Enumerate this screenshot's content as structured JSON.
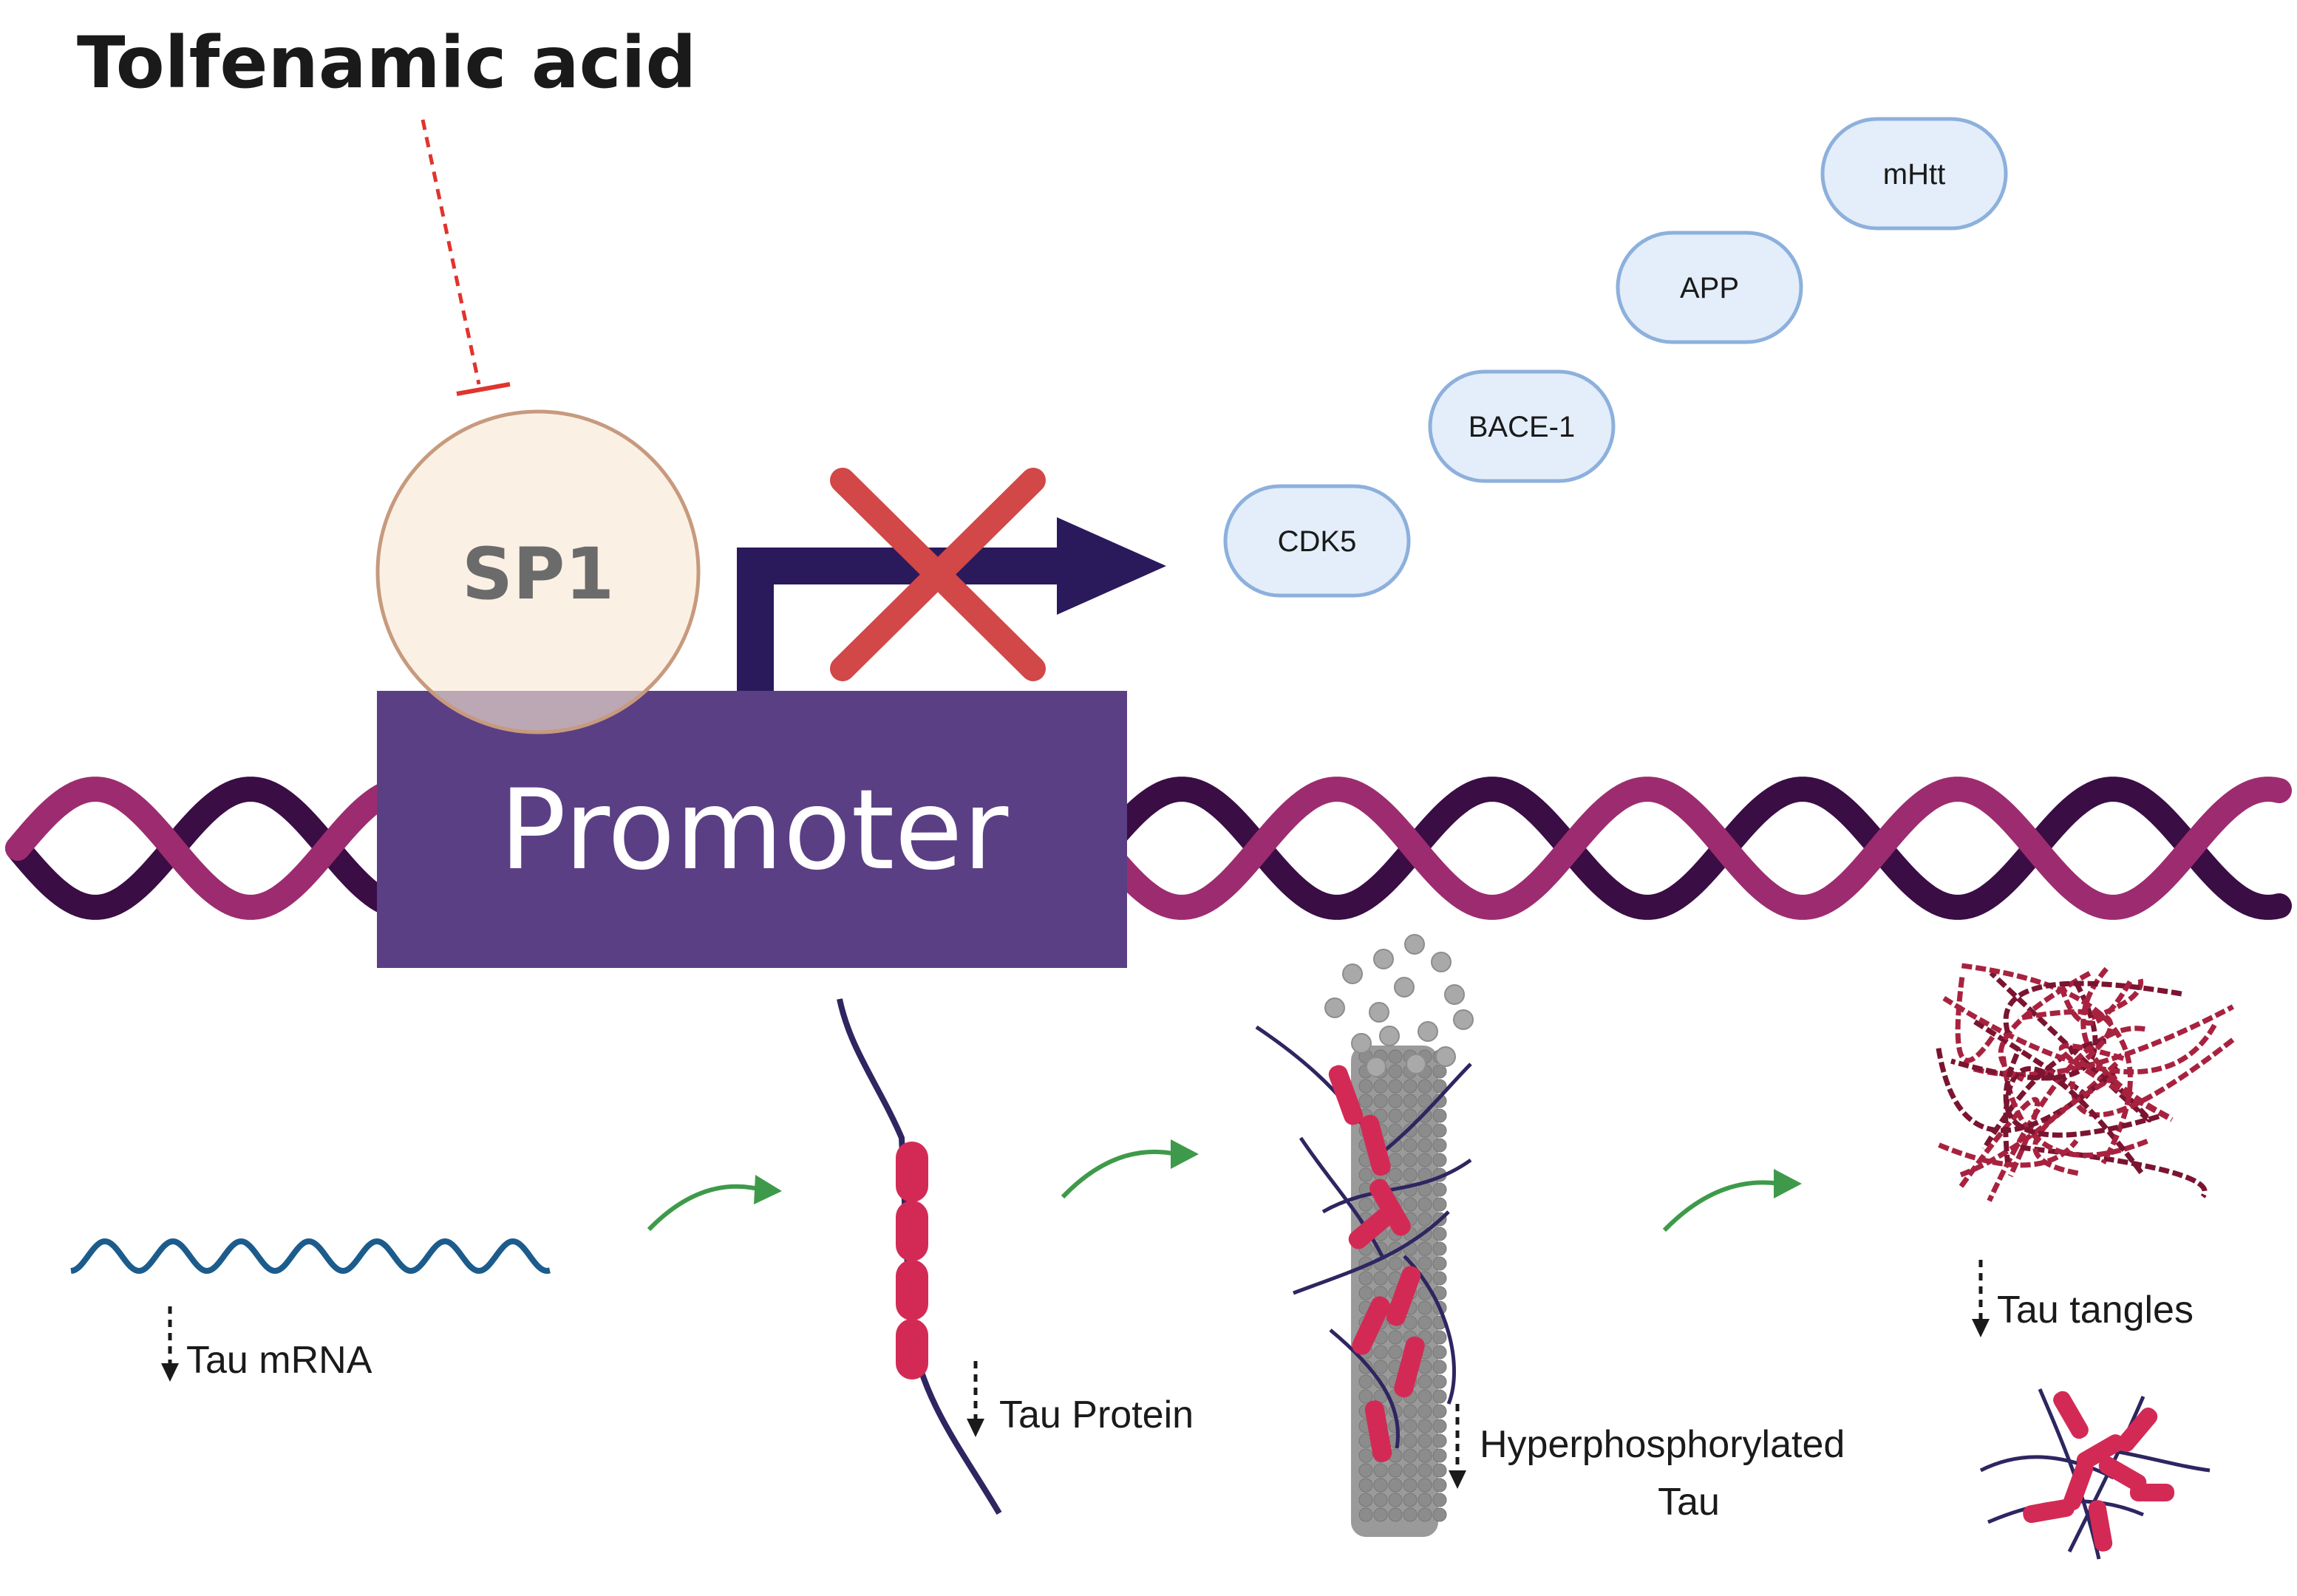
{
  "title": "Tolfenamic acid",
  "sp1_label": "SP1",
  "promoter_label": "Promoter",
  "target_genes": [
    "CDK5",
    "BACE-1",
    "APP",
    "mHtt"
  ],
  "stages": {
    "mrna": "Tau mRNA",
    "protein": "Tau Protein",
    "hyper_line1": "Hyperphosphorylated",
    "hyper_line2": "Tau",
    "tangles": "Tau tangles"
  },
  "colors": {
    "inhibition": "#e0342c",
    "sp1_fill": "#f9e6d3",
    "sp1_stroke": "#c79a7e",
    "promoter": "#5b3f84",
    "dna_dark": "#3a0d45",
    "dna_magenta": "#9c2c6f",
    "arrow_dark": "#2a1a5c",
    "cross": "#d24747",
    "pill_fill": "#e3eefa",
    "pill_stroke": "#8db0dc",
    "mrna": "#1c5c8c",
    "flow_arrow": "#3e9a4a",
    "tau_segment": "#d32a55",
    "microtubule": "#9a9a9a",
    "tangle": "#a8223f"
  }
}
